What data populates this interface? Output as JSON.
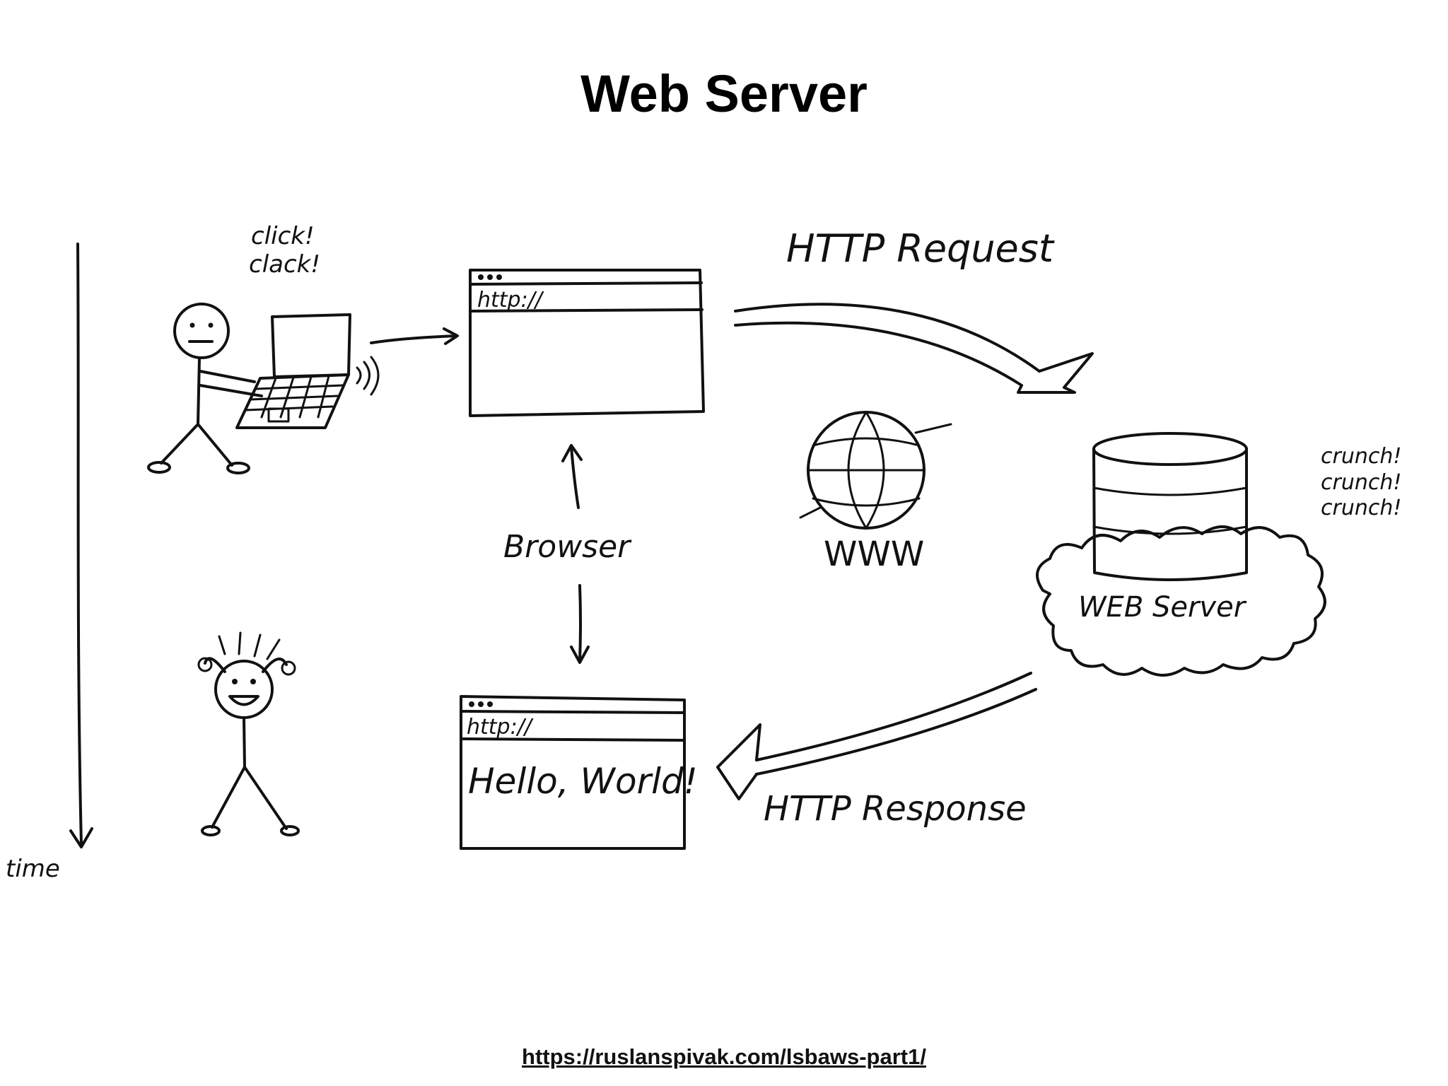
{
  "slide": {
    "title": "Web Server",
    "source_link": "https://ruslanspivak.com/lsbaws-part1/"
  },
  "diagram": {
    "time_label": "time",
    "user_sound": [
      "click!",
      "clack!"
    ],
    "browser_top_url": "http://",
    "browser_bottom_url": "http://",
    "browser_label": "Browser",
    "browser_content": "Hello, World!",
    "http_request_label": "HTTP Request",
    "http_response_label": "HTTP Response",
    "www_label": "WWW",
    "server_label": "WEB Server",
    "server_sound": [
      "crunch!",
      "crunch!",
      "crunch!"
    ]
  }
}
